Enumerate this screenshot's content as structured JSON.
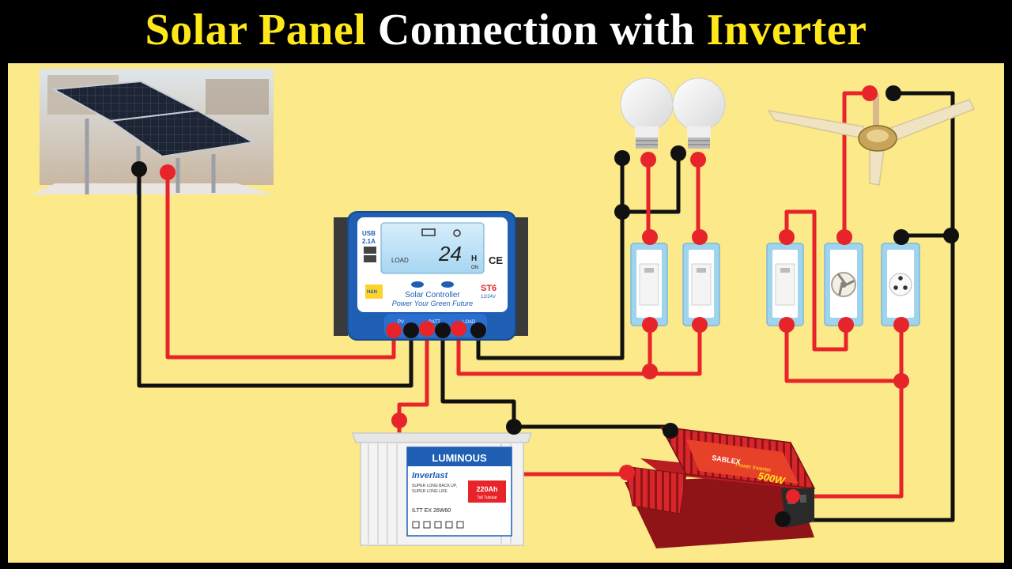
{
  "title": {
    "part1": "Solar Panel",
    "part2": "Connection with",
    "part3": "Inverter"
  },
  "charge_controller": {
    "usb_label": "USB",
    "usb_rating": "2.1A",
    "lcd_reading": "24",
    "lcd_unit": "H",
    "lcd_on": "ON",
    "lcd_load": "LOAD",
    "product_name": "Solar Controller",
    "tagline": "Power Your Green Future",
    "model": "ST6",
    "voltage": "12/24V",
    "ce_mark": "CE",
    "badge": "H&N",
    "terminal_pv": "PV",
    "terminal_batt": "BATT",
    "terminal_load": "LOAD"
  },
  "battery": {
    "brand": "LUMINOUS",
    "series": "Inverlast",
    "tagline_1": "SUPER LONG BACK UP,",
    "tagline_2": "SUPER LONG LIFE",
    "capacity": "220Ah",
    "type": "Tall Tubular",
    "model": "ILTT EX 26W60"
  },
  "inverter": {
    "brand": "SABLEX",
    "title": "Power Inverter",
    "rating": "500W"
  },
  "colors": {
    "background": "#fbe98a",
    "title_accent": "#ffe81a",
    "wire_positive": "#e8242b",
    "wire_negative": "#111111",
    "controller_blue": "#1f5fb4",
    "inverter_red": "#d9262a"
  }
}
